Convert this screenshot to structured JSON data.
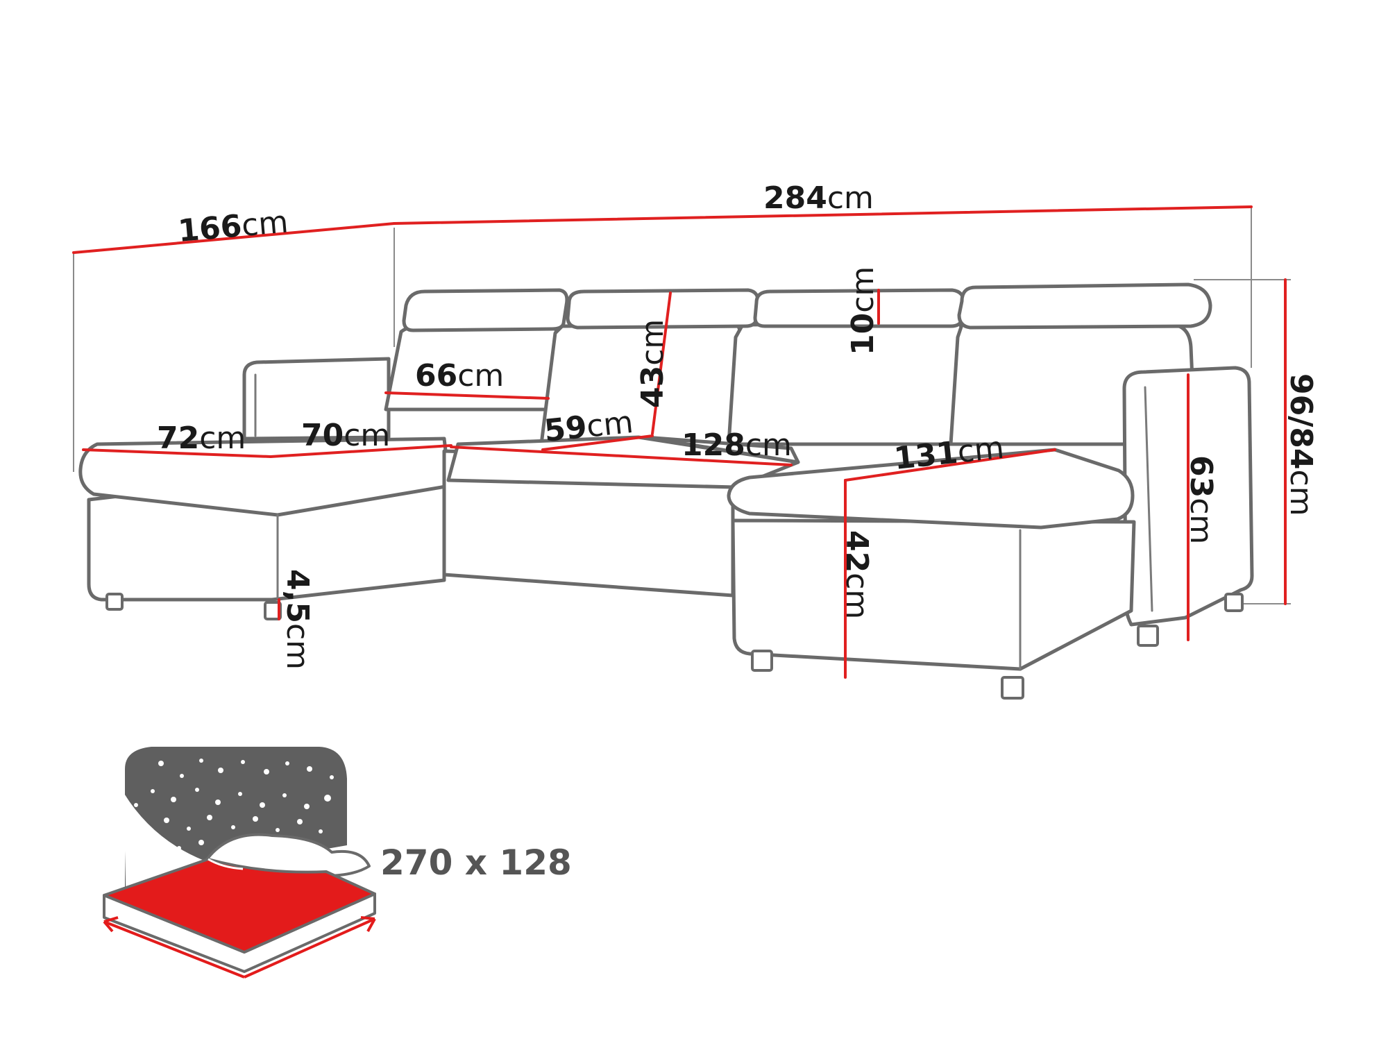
{
  "colors": {
    "dimension_line": "#e02020",
    "outline": "#6a6a6a",
    "label_text": "#1a1a1a",
    "icon_dark": "#5f5f5f",
    "bed_surface": "#e31b1b"
  },
  "dimensions": {
    "depth_left": {
      "num": "166",
      "unit": "cm"
    },
    "total_width": {
      "num": "284",
      "unit": "cm"
    },
    "headrest_height": {
      "num": "10",
      "unit": "cm"
    },
    "backrest_height": {
      "num": "43",
      "unit": "cm"
    },
    "backrest_width": {
      "num": "66",
      "unit": "cm"
    },
    "seat_depth_left": {
      "num": "72",
      "unit": "cm"
    },
    "chaise_width_left": {
      "num": "70",
      "unit": "cm"
    },
    "seat_depth_mid": {
      "num": "59",
      "unit": "cm"
    },
    "middle_width": {
      "num": "128",
      "unit": "cm"
    },
    "depth_right": {
      "num": "131",
      "unit": "cm"
    },
    "seat_height": {
      "num": "42",
      "unit": "cm"
    },
    "leg_height": {
      "num": "4,5",
      "unit": "cm"
    },
    "armrest_height": {
      "num": "63",
      "unit": "cm"
    },
    "total_height": {
      "num": "96/84",
      "unit": "cm"
    }
  },
  "sleeping_area": {
    "icon": "bed-icon",
    "size": "270 x 128"
  }
}
